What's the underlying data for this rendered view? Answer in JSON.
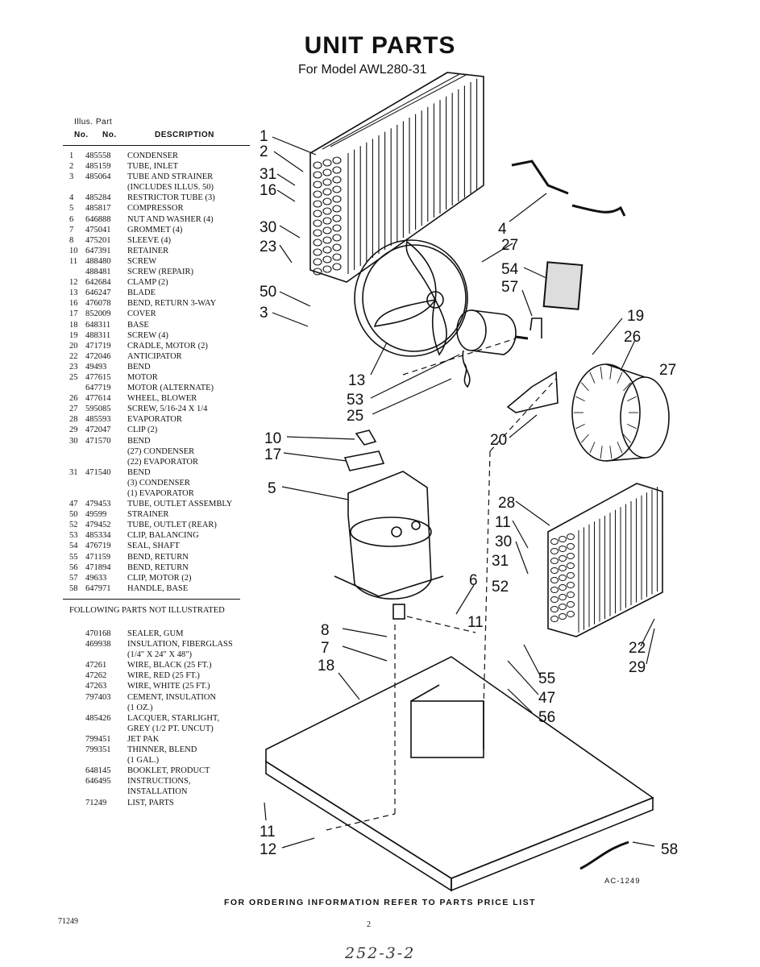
{
  "title": "UNIT PARTS",
  "subtitle": "For Model AWL280-31",
  "table": {
    "header_line1": "Illus. Part",
    "header_no": "No.",
    "header_part": "No.",
    "header_desc": "DESCRIPTION"
  },
  "parts": [
    {
      "no": "1",
      "part": "485558",
      "desc": "CONDENSER"
    },
    {
      "no": "2",
      "part": "485159",
      "desc": "TUBE, INLET"
    },
    {
      "no": "3",
      "part": "485064",
      "desc": "TUBE AND STRAINER"
    },
    {
      "no": "",
      "part": "",
      "desc": "(INCLUDES ILLUS. 50)"
    },
    {
      "no": "4",
      "part": "485284",
      "desc": "RESTRICTOR TUBE (3)"
    },
    {
      "no": "5",
      "part": "485817",
      "desc": "COMPRESSOR"
    },
    {
      "no": "6",
      "part": "646888",
      "desc": "NUT AND WASHER (4)"
    },
    {
      "no": "7",
      "part": "475041",
      "desc": "GROMMET (4)"
    },
    {
      "no": "8",
      "part": "475201",
      "desc": "SLEEVE (4)"
    },
    {
      "no": "10",
      "part": "647391",
      "desc": "RETAINER"
    },
    {
      "no": "11",
      "part": "488480",
      "desc": "SCREW"
    },
    {
      "no": "",
      "part": "488481",
      "desc": "SCREW (REPAIR)"
    },
    {
      "no": "12",
      "part": "642684",
      "desc": "CLAMP (2)"
    },
    {
      "no": "13",
      "part": "646247",
      "desc": "BLADE"
    },
    {
      "no": "16",
      "part": "476078",
      "desc": "BEND, RETURN 3-WAY"
    },
    {
      "no": "17",
      "part": "852009",
      "desc": "COVER"
    },
    {
      "no": "18",
      "part": "648311",
      "desc": "BASE"
    },
    {
      "no": "19",
      "part": "488311",
      "desc": "SCREW (4)"
    },
    {
      "no": "20",
      "part": "471719",
      "desc": "CRADLE, MOTOR (2)"
    },
    {
      "no": "22",
      "part": "472046",
      "desc": "ANTICIPATOR"
    },
    {
      "no": "23",
      "part": "49493",
      "desc": "BEND"
    },
    {
      "no": "25",
      "part": "477615",
      "desc": "MOTOR"
    },
    {
      "no": "",
      "part": "647719",
      "desc": "MOTOR (ALTERNATE)"
    },
    {
      "no": "26",
      "part": "477614",
      "desc": "WHEEL, BLOWER"
    },
    {
      "no": "27",
      "part": "595085",
      "desc": "SCREW, 5/16-24 x 1/4"
    },
    {
      "no": "28",
      "part": "485593",
      "desc": "EVAPORATOR"
    },
    {
      "no": "29",
      "part": "472047",
      "desc": "CLIP (2)"
    },
    {
      "no": "30",
      "part": "471570",
      "desc": "BEND"
    },
    {
      "no": "",
      "part": "",
      "desc": "(27) CONDENSER"
    },
    {
      "no": "",
      "part": "",
      "desc": "(22) EVAPORATOR"
    },
    {
      "no": "31",
      "part": "471540",
      "desc": "BEND"
    },
    {
      "no": "",
      "part": "",
      "desc": "(3) CONDENSER"
    },
    {
      "no": "",
      "part": "",
      "desc": "(1) EVAPORATOR"
    },
    {
      "no": "47",
      "part": "479453",
      "desc": "TUBE, OUTLET ASSEMBLY"
    },
    {
      "no": "50",
      "part": "49599",
      "desc": "STRAINER"
    },
    {
      "no": "52",
      "part": "479452",
      "desc": "TUBE, OUTLET (REAR)"
    },
    {
      "no": "53",
      "part": "485334",
      "desc": "CLIP, BALANCING"
    },
    {
      "no": "54",
      "part": "476719",
      "desc": "SEAL, SHAFT"
    },
    {
      "no": "55",
      "part": "471159",
      "desc": "BEND, RETURN"
    },
    {
      "no": "56",
      "part": "471894",
      "desc": "BEND, RETURN"
    },
    {
      "no": "57",
      "part": "49633",
      "desc": "CLIP, MOTOR (2)"
    },
    {
      "no": "58",
      "part": "647971",
      "desc": "HANDLE, BASE"
    }
  ],
  "not_illustrated_title": "FOLLOWING PARTS NOT ILLUSTRATED",
  "not_illustrated": [
    {
      "part": "470168",
      "desc": "SEALER, GUM"
    },
    {
      "part": "469938",
      "desc": "INSULATION, FIBERGLASS"
    },
    {
      "part": "",
      "desc": "(1/4\" x 24\" x 48\")"
    },
    {
      "part": "47261",
      "desc": "WIRE, BLACK (25 FT.)"
    },
    {
      "part": "47262",
      "desc": "WIRE, RED (25 FT.)"
    },
    {
      "part": "47263",
      "desc": "WIRE, WHITE (25 FT.)"
    },
    {
      "part": "797403",
      "desc": "CEMENT, INSULATION"
    },
    {
      "part": "",
      "desc": "(1 OZ.)"
    },
    {
      "part": "485426",
      "desc": "LACQUER, STARLIGHT,"
    },
    {
      "part": "",
      "desc": "GREY (1/2 PT. UNCUT)"
    },
    {
      "part": "799451",
      "desc": "JET PAK"
    },
    {
      "part": "799351",
      "desc": "THINNER, BLEND"
    },
    {
      "part": "",
      "desc": "(1 GAL.)"
    },
    {
      "part": "648145",
      "desc": "BOOKLET, PRODUCT"
    },
    {
      "part": "646495",
      "desc": "INSTRUCTIONS,"
    },
    {
      "part": "",
      "desc": "INSTALLATION"
    },
    {
      "part": "71249",
      "desc": "LIST, PARTS"
    }
  ],
  "callouts": [
    {
      "label": "1"
    },
    {
      "label": "2"
    },
    {
      "label": "31"
    },
    {
      "label": "16"
    },
    {
      "label": "30"
    },
    {
      "label": "23"
    },
    {
      "label": "50"
    },
    {
      "label": "3"
    },
    {
      "label": "4"
    },
    {
      "label": "27"
    },
    {
      "label": "54"
    },
    {
      "label": "57"
    },
    {
      "label": "19"
    },
    {
      "label": "26"
    },
    {
      "label": "27"
    },
    {
      "label": "13"
    },
    {
      "label": "53"
    },
    {
      "label": "25"
    },
    {
      "label": "20"
    },
    {
      "label": "10"
    },
    {
      "label": "17"
    },
    {
      "label": "5"
    },
    {
      "label": "28"
    },
    {
      "label": "11"
    },
    {
      "label": "30"
    },
    {
      "label": "31"
    },
    {
      "label": "52"
    },
    {
      "label": "6"
    },
    {
      "label": "11"
    },
    {
      "label": "8"
    },
    {
      "label": "7"
    },
    {
      "label": "18"
    },
    {
      "label": "22"
    },
    {
      "label": "29"
    },
    {
      "label": "55"
    },
    {
      "label": "47"
    },
    {
      "label": "56"
    },
    {
      "label": "11"
    },
    {
      "label": "12"
    },
    {
      "label": "58"
    }
  ],
  "drawing_code": "AC-1249",
  "footer": "FOR ORDERING INFORMATION REFER TO PARTS PRICE LIST",
  "doc_number": "71249",
  "page_number": "2",
  "handwritten_note": "252-3-2"
}
